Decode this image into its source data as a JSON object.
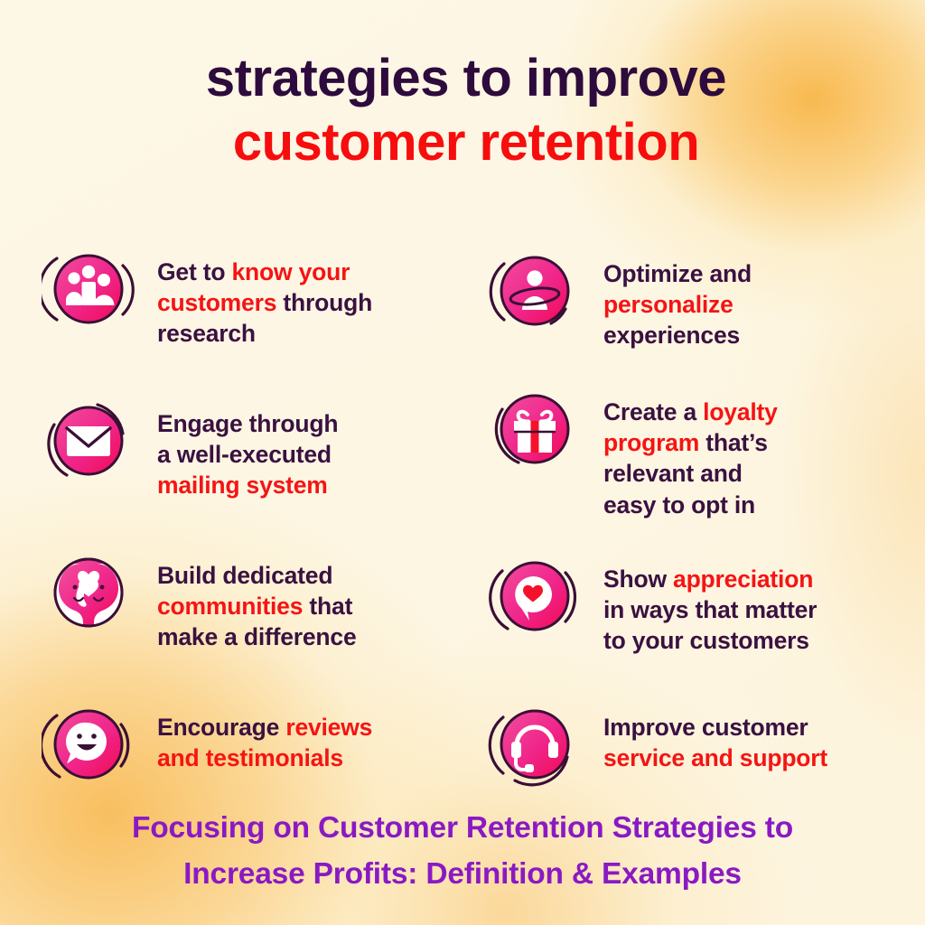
{
  "title": {
    "line1": "strategies to improve",
    "line2": "customer retention",
    "line1_color": "#2e0b3d",
    "line2_color": "#f70d0d"
  },
  "theme": {
    "background_cream": "#fdf6e3",
    "background_glow_orange": "#f8b648",
    "text_dark_purple": "#3a1140",
    "highlight_red": "#f51414",
    "icon_pink_light": "#f0409a",
    "icon_pink_deep": "#ef0a56",
    "icon_outline": "#3a0f36",
    "caption_purple": "#8a19c4"
  },
  "strategies": {
    "left": [
      {
        "icon": "people-group-icon",
        "lines": [
          [
            {
              "t": "Get to ",
              "hl": false
            },
            {
              "t": "know your",
              "hl": true
            }
          ],
          [
            {
              "t": "customers",
              "hl": true
            },
            {
              "t": " through",
              "hl": false
            }
          ],
          [
            {
              "t": "research",
              "hl": false
            }
          ]
        ],
        "plain": "Get to know your customers through research"
      },
      {
        "icon": "envelope-icon",
        "lines": [
          [
            {
              "t": "Engage through",
              "hl": false
            }
          ],
          [
            {
              "t": "a well-executed",
              "hl": false
            }
          ],
          [
            {
              "t": "mailing system",
              "hl": true
            }
          ]
        ],
        "plain": "Engage through a well-executed mailing system"
      },
      {
        "icon": "two-faces-heart-icon",
        "lines": [
          [
            {
              "t": "Build dedicated",
              "hl": false
            }
          ],
          [
            {
              "t": "communities",
              "hl": true
            },
            {
              "t": " that",
              "hl": false
            }
          ],
          [
            {
              "t": "make a difference",
              "hl": false
            }
          ]
        ],
        "plain": "Build dedicated communities that make a difference"
      },
      {
        "icon": "smiley-speech-bubble-icon",
        "lines": [
          [
            {
              "t": "Encourage ",
              "hl": false
            },
            {
              "t": "reviews",
              "hl": true
            }
          ],
          [
            {
              "t": "and testimonials",
              "hl": true
            }
          ]
        ],
        "plain": "Encourage reviews and testimonials"
      }
    ],
    "right": [
      {
        "icon": "person-orbit-icon",
        "lines": [
          [
            {
              "t": "Optimize and",
              "hl": false
            }
          ],
          [
            {
              "t": "personalize",
              "hl": true
            }
          ],
          [
            {
              "t": "experiences",
              "hl": false
            }
          ]
        ],
        "plain": "Optimize and personalize experiences"
      },
      {
        "icon": "gift-box-icon",
        "lines": [
          [
            {
              "t": "Create a ",
              "hl": false
            },
            {
              "t": "loyalty",
              "hl": true
            }
          ],
          [
            {
              "t": "program",
              "hl": true
            },
            {
              "t": " that’s",
              "hl": false
            }
          ],
          [
            {
              "t": "relevant and",
              "hl": false
            }
          ],
          [
            {
              "t": "easy to opt in",
              "hl": false
            }
          ]
        ],
        "plain": "Create a loyalty program that’s relevant and easy to opt in"
      },
      {
        "icon": "heart-speech-bubble-icon",
        "lines": [
          [
            {
              "t": "Show ",
              "hl": false
            },
            {
              "t": "appreciation",
              "hl": true
            }
          ],
          [
            {
              "t": "in ways that matter",
              "hl": false
            }
          ],
          [
            {
              "t": "to your customers",
              "hl": false
            }
          ]
        ],
        "plain": "Show appreciation in ways that matter to your customers"
      },
      {
        "icon": "headset-icon",
        "lines": [
          [
            {
              "t": "Improve customer",
              "hl": false
            }
          ],
          [
            {
              "t": "service and support",
              "hl": true
            }
          ]
        ],
        "plain": "Improve customer service and support"
      }
    ]
  },
  "caption": {
    "line1": "Focusing on Customer Retention Strategies to",
    "line2": "Increase Profits: Definition & Examples"
  }
}
